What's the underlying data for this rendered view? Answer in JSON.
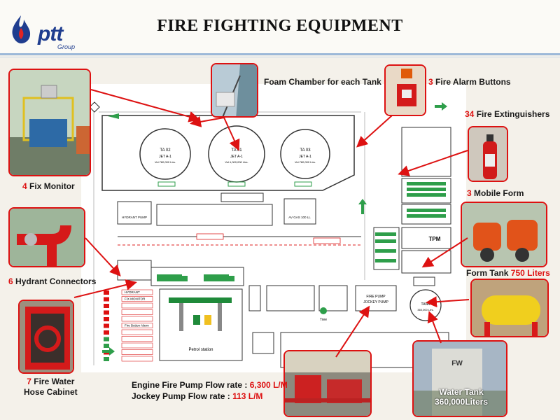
{
  "header": {
    "logo_text": "ptt",
    "logo_sub": "Group",
    "title": "FIRE FIGHTING EQUIPMENT"
  },
  "colors": {
    "accent_red": "#dd1111",
    "plan_green": "#2e9e4a",
    "header_line": "#9cb8d8"
  },
  "callouts": {
    "fix_monitor": {
      "count": "4",
      "text": "Fix Monitor"
    },
    "foam_chamber": {
      "text": "Foam Chamber for each Tank"
    },
    "alarm_buttons": {
      "count": "3",
      "text": "Fire Alarm Buttons"
    },
    "extinguishers": {
      "count": "34",
      "text": "Fire Extinguishers"
    },
    "mobile_form": {
      "count": "3",
      "text": "Mobile Form"
    },
    "hydrant_connectors": {
      "count": "6",
      "text": "Hydrant Connectors"
    },
    "form_tank": {
      "text": "Form Tank",
      "value": "750 Liters"
    },
    "hose_cabinet": {
      "count": "7",
      "text": "Fire Water",
      "text2": "Hose Cabinet"
    },
    "water_tank": {
      "text": "Water Tank",
      "value": "360,000Liters"
    }
  },
  "flow_rates": {
    "engine_label": "Engine Fire Pump Flow rate :",
    "engine_value": "6,300 L/M",
    "jockey_label": "Jockey Pump Flow rate :",
    "jockey_value": "113 L/M"
  },
  "plan": {
    "tanks": [
      {
        "name": "TA 02",
        "product": "JET A-1",
        "vol": "Vol.780,000 Ltrs."
      },
      {
        "name": "TA 01",
        "product": "JET A-1",
        "vol": "Vol.1,000,000 Ltrs."
      },
      {
        "name": "TA 03",
        "product": "JET A-1",
        "vol": "Vol.780,000 Ltrs."
      }
    ],
    "labels": {
      "hydrant_pump": "HYDRANT PUMP",
      "av_gas": "AV GAS 100 LL",
      "tpm": "TPM",
      "tank": "TANK",
      "tank_vol": "360,000 Ltrs.",
      "fire_pump": "FIRE PUMP",
      "jockey_pump": "JOCKEY PUMP",
      "petrol_station": "Petrol station",
      "tree": "Tree"
    },
    "legend": [
      "HYDRANT",
      "FIX MONITOR",
      "",
      "",
      "",
      "Fire Button Alarm",
      "",
      "",
      "",
      "",
      ""
    ]
  },
  "icons": {
    "flag": "flag-icon",
    "trees": "tree-icon",
    "arrows": "direction-arrow-icon"
  }
}
